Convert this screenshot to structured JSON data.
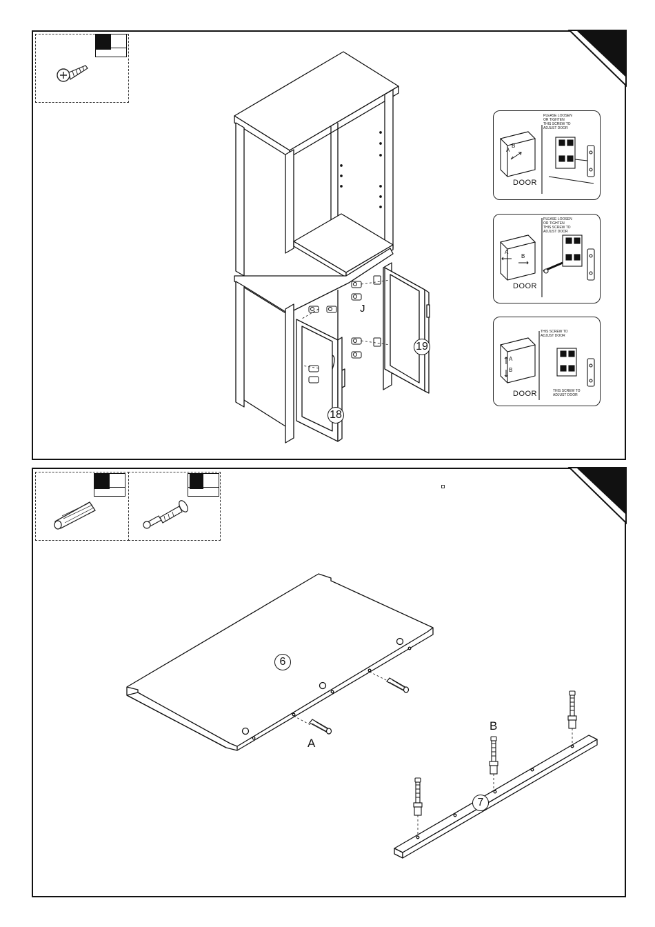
{
  "step1": {
    "hardware_qty": "",
    "adjust_insets": [
      {
        "note": "PLEASE LOOSEN OR TIGHTEN THIS SCREW TO ADJUST DOOR",
        "a": "A",
        "b": "B",
        "door_label": "DOOR"
      },
      {
        "note": "PLEASE LOOSEN OR TIGHTEN THIS SCREW TO ADJUST DOOR",
        "a": "A",
        "b": "B",
        "door_label": "DOOR"
      },
      {
        "note": "THIS SCREW TO ADJUST DOOR",
        "note2": "THIS SCREW TO ADJUST DOOR",
        "a": "A",
        "b": "B",
        "door_label": "DOOR"
      }
    ],
    "part_label_j": "J",
    "callout_left_door": "18",
    "callout_right_door": "19"
  },
  "step2": {
    "callout_board": "6",
    "callout_rail": "7",
    "label_dowel": "A",
    "label_cam_bolt": "B"
  }
}
